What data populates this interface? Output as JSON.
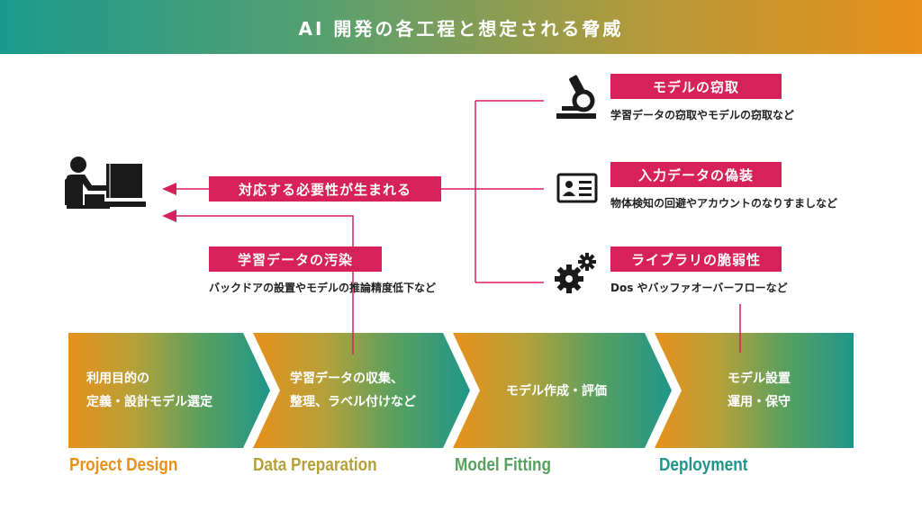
{
  "title": "AI 開発の各工程と想定される脅威",
  "colors": {
    "accent": "#d6215a",
    "icon": "#1a1a1a",
    "phase_design": "#e8901a",
    "phase_data": "#b5a13a",
    "phase_model": "#58a060",
    "phase_deploy": "#1f968a"
  },
  "threats": [
    {
      "label": "モデルの窃取",
      "desc": "学習データの窃取やモデルの窃取など",
      "icon": "microscope-icon"
    },
    {
      "label": "入力データの偽装",
      "desc": "物体検知の回避やアカウントのなりすましなど",
      "icon": "id-card-icon"
    },
    {
      "label": "ライブラリの脆弱性",
      "desc": "Dos やバッファオーバーフローなど",
      "icon": "gears-icon"
    }
  ],
  "response_label": "対応する必要性が生まれる",
  "poisoning": {
    "label": "学習データの汚染",
    "desc": "バックドアの設置やモデルの推論精度低下など"
  },
  "user_icon": "person-at-computer-icon",
  "stages": [
    {
      "lines": [
        "利用目的の",
        "定義・設計モデル選定"
      ],
      "phase": "Project Design"
    },
    {
      "lines": [
        "学習データの収集、",
        "整理、ラベル付けなど"
      ],
      "phase": "Data Preparation"
    },
    {
      "lines": [
        "モデル作成・評価"
      ],
      "phase": "Model Fitting"
    },
    {
      "lines": [
        "モデル設置",
        "運用・保守"
      ],
      "phase": "Deployment"
    }
  ]
}
